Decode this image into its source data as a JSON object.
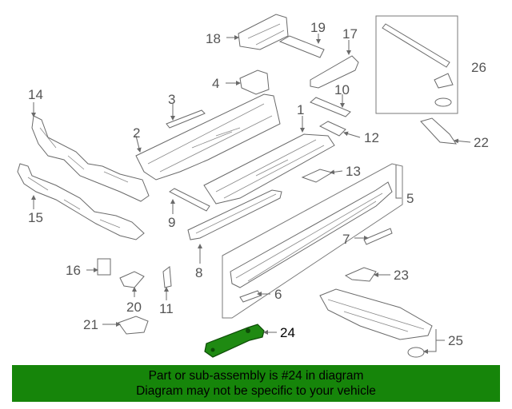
{
  "diagram": {
    "highlighted_part": "24",
    "callouts": [
      {
        "id": "1",
        "label": "1"
      },
      {
        "id": "2",
        "label": "2"
      },
      {
        "id": "3",
        "label": "3"
      },
      {
        "id": "4",
        "label": "4"
      },
      {
        "id": "5",
        "label": "5"
      },
      {
        "id": "6",
        "label": "6"
      },
      {
        "id": "7",
        "label": "7"
      },
      {
        "id": "8",
        "label": "8"
      },
      {
        "id": "9",
        "label": "9"
      },
      {
        "id": "10",
        "label": "10"
      },
      {
        "id": "11",
        "label": "11"
      },
      {
        "id": "12",
        "label": "12"
      },
      {
        "id": "13",
        "label": "13"
      },
      {
        "id": "14",
        "label": "14"
      },
      {
        "id": "15",
        "label": "15"
      },
      {
        "id": "16",
        "label": "16"
      },
      {
        "id": "17",
        "label": "17"
      },
      {
        "id": "18",
        "label": "18"
      },
      {
        "id": "19",
        "label": "19"
      },
      {
        "id": "20",
        "label": "20"
      },
      {
        "id": "21",
        "label": "21"
      },
      {
        "id": "22",
        "label": "22"
      },
      {
        "id": "23",
        "label": "23"
      },
      {
        "id": "24",
        "label": "24"
      },
      {
        "id": "25",
        "label": "25"
      },
      {
        "id": "26",
        "label": "26"
      }
    ]
  },
  "banner": {
    "line1": "Part or sub-assembly is #24 in diagram",
    "line2": "Diagram may not be specific to your vehicle",
    "color": "#16850a"
  }
}
